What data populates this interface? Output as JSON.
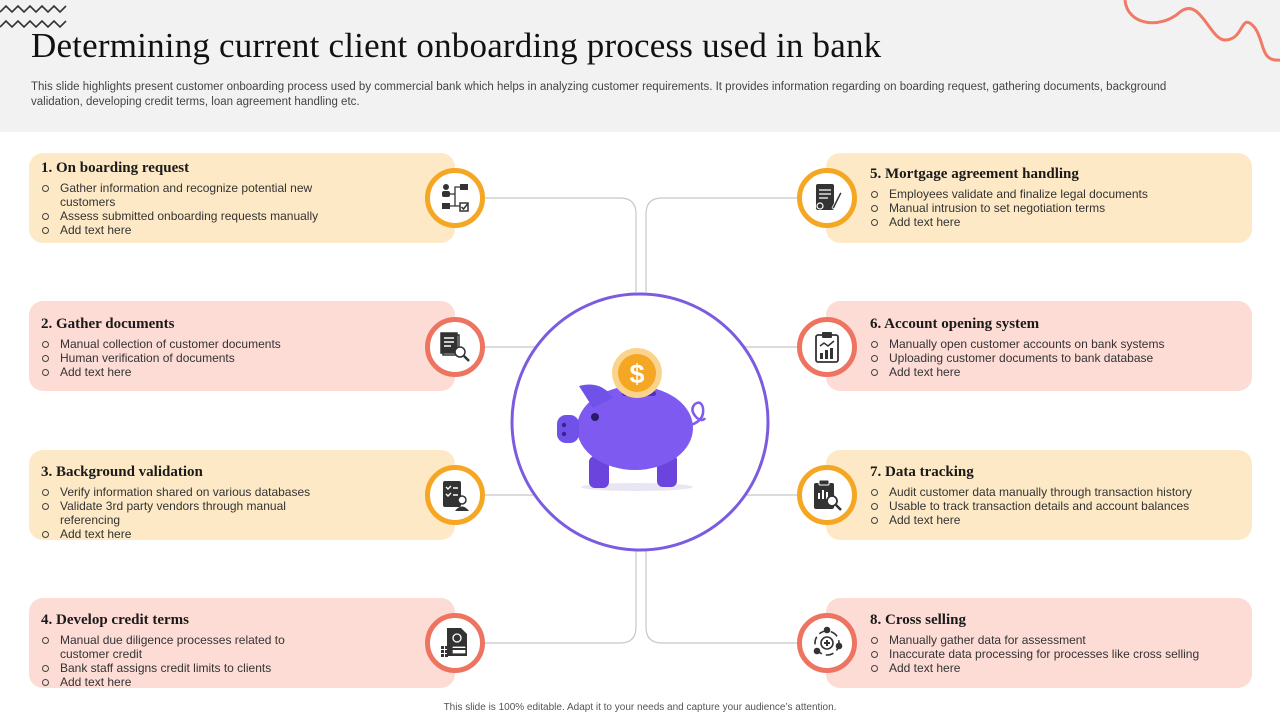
{
  "header": {
    "title": "Determining current client onboarding process used in bank",
    "subtitle": "This slide highlights present customer onboarding process used by commercial bank which helps in analyzing customer requirements. It provides information regarding on boarding request, gathering documents, background validation, developing credit terms, loan agreement handling etc."
  },
  "cards": [
    {
      "title": "1. On boarding  request",
      "items": [
        "Gather information and recognize potential new customers",
        "Assess submitted onboarding requests manually",
        "Add text here"
      ],
      "icon": "org-chart-checklist-icon",
      "color": "orange"
    },
    {
      "title": "2. Gather documents",
      "items": [
        "Manual collection of customer documents",
        "Human verification of documents",
        "Add text here"
      ],
      "icon": "document-search-icon",
      "color": "red"
    },
    {
      "title": "3. Background  validation",
      "items": [
        "Verify information shared on various databases",
        "Validate 3rd party vendors through manual referencing",
        "Add text here"
      ],
      "icon": "profile-checklist-icon",
      "color": "orange"
    },
    {
      "title": "4. Develop credit terms",
      "items": [
        "Manual due diligence processes related to customer credit",
        "Bank staff assigns credit limits to clients",
        "Add text here"
      ],
      "icon": "credit-card-document-icon",
      "color": "red"
    },
    {
      "title": "5. Mortgage agreement handling",
      "items": [
        "Employees validate and finalize legal documents",
        "Manual intrusion to set negotiation terms",
        "Add text here"
      ],
      "icon": "contract-pen-icon",
      "color": "orange"
    },
    {
      "title": "6. Account  opening  system",
      "items": [
        "Manually open customer accounts on bank systems",
        "Uploading customer documents to bank database",
        "Add text here"
      ],
      "icon": "clipboard-chart-icon",
      "color": "red"
    },
    {
      "title": "7. Data tracking",
      "items": [
        "Audit customer data manually through transaction history",
        "Usable to track transaction details and account balances",
        "Add text here"
      ],
      "icon": "clipboard-magnifier-icon",
      "color": "orange"
    },
    {
      "title": "8. Cross selling",
      "items": [
        "Manually gather data for assessment",
        "Inaccurate data processing for processes like cross selling",
        "Add text here"
      ],
      "icon": "cycle-arrows-icon",
      "color": "red"
    }
  ],
  "center": {
    "icon": "piggy-bank-dollar-icon",
    "coin_symbol": "$"
  },
  "footer": {
    "text": "This slide is 100% editable. Adapt it to your needs and capture your audience’s attention."
  },
  "colors": {
    "orange_card": "#fde9c6",
    "red_card": "#fddcd6",
    "orange_ring": "#f5a623",
    "red_ring": "#ee7462",
    "circle": "#7b5ce0",
    "pig": "#7f5af0"
  }
}
